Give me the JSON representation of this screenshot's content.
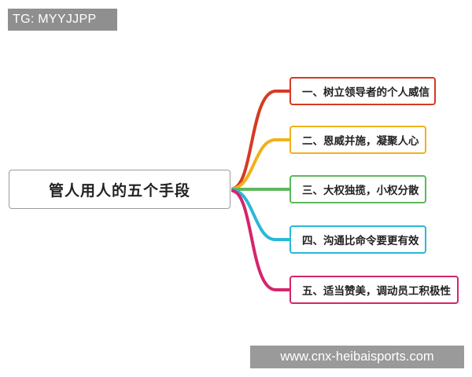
{
  "watermarks": {
    "top": "TG: MYYJJPP",
    "bottom": "www.cnx-heibaisports.com"
  },
  "root": {
    "label": "管人用人的五个手段"
  },
  "branches": [
    {
      "label": "一、树立领导者的个人威信",
      "color": "#d63a23"
    },
    {
      "label": "二、恩威并施，凝聚人心",
      "color": "#f0b21a"
    },
    {
      "label": "三、大权独揽，小权分散",
      "color": "#5cb85c"
    },
    {
      "label": "四、沟通比命令要更有效",
      "color": "#2bb8d6"
    },
    {
      "label": "五、适当赞美，调动员工积极性",
      "color": "#d6246b"
    }
  ]
}
